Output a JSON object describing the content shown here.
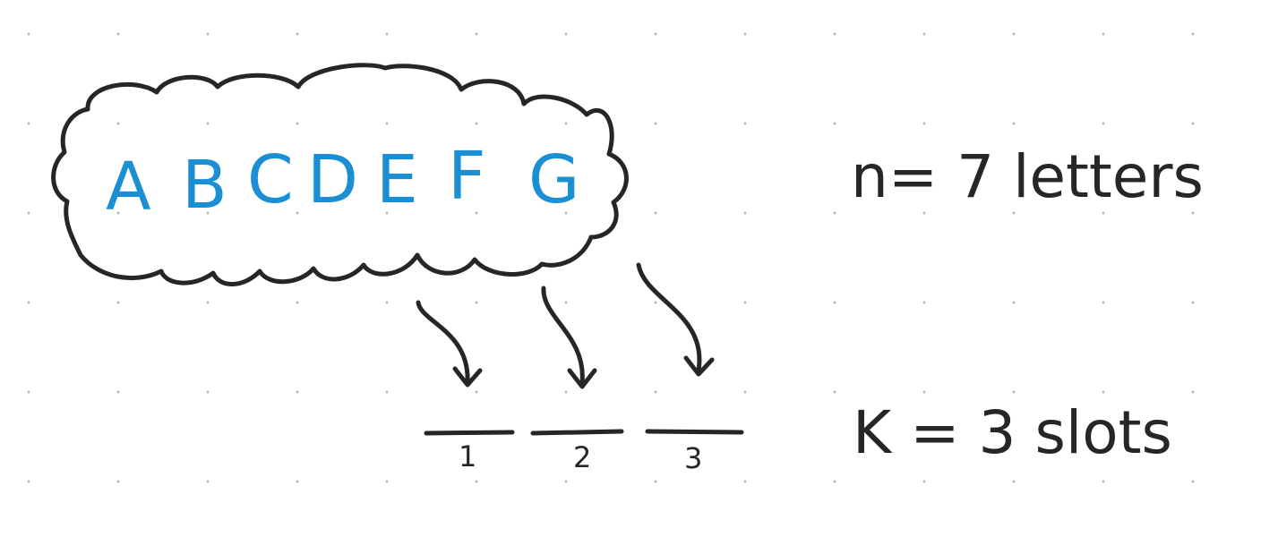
{
  "letters": [
    "A",
    "B",
    "C",
    "D",
    "E",
    "F",
    "G"
  ],
  "slots": [
    "1",
    "2",
    "3"
  ],
  "n_label": "n= 7 letters",
  "k_label": "K = 3 slots",
  "colors": {
    "letters": "#1a8fd3",
    "ink": "#262626",
    "grid_dots": "#b9b9b9",
    "background": "#ffffff"
  }
}
